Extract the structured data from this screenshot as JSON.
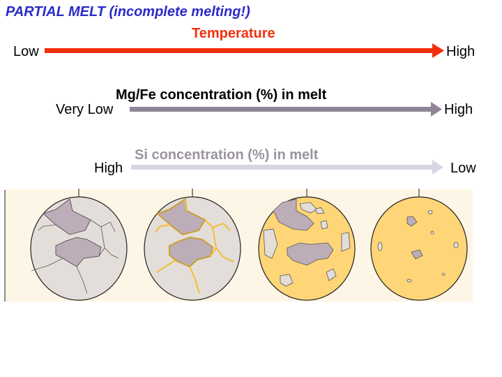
{
  "title": "PARTIAL MELT (incomplete melting!)",
  "arrows": [
    {
      "label": "Temperature",
      "start": "Low",
      "end": "High",
      "color": "#f2300e"
    },
    {
      "label": "Mg/Fe concentration (%)  in melt",
      "start": "Very Low",
      "end": "High",
      "color": "#8e8497"
    },
    {
      "label": "Si concentration (%) in melt",
      "start": "High",
      "end": "Low",
      "color": "#d6d6e4"
    }
  ],
  "colors": {
    "panel_bg": "#fdf6e6",
    "melt": "#fed577",
    "light_crystal": "#e4dedb",
    "dark_crystal": "#bcadb8",
    "label_si": "#9a93a0"
  }
}
